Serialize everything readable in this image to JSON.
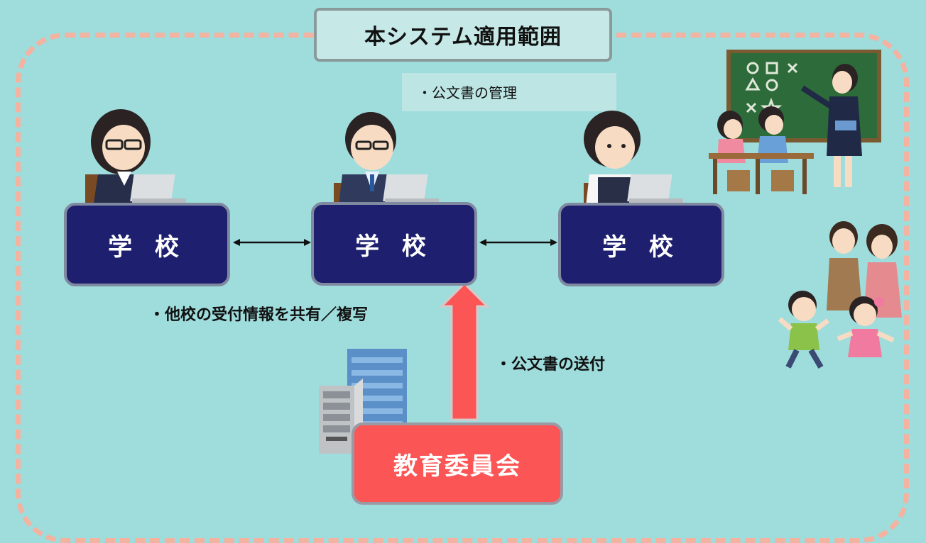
{
  "title": "本システム適用範囲",
  "note": "・公文書の管理",
  "schools": [
    {
      "label": "学 校"
    },
    {
      "label": "学 校"
    },
    {
      "label": "学 校"
    }
  ],
  "board_label": "教育委員会",
  "share_label": "・他校の受付情報を共有／複写",
  "send_label": "・公文書の送付",
  "colors": {
    "background": "#9fdcdc",
    "school_box": "#1e1f6e",
    "board_box": "#fb5555",
    "arrow": "#fb5555",
    "boundary": "#f4b2a0"
  },
  "icons": [
    "teacher-at-laptop-icon",
    "principal-at-laptop-icon",
    "clerk-at-laptop-icon",
    "classroom-icon",
    "family-icon",
    "server-building-icon"
  ]
}
